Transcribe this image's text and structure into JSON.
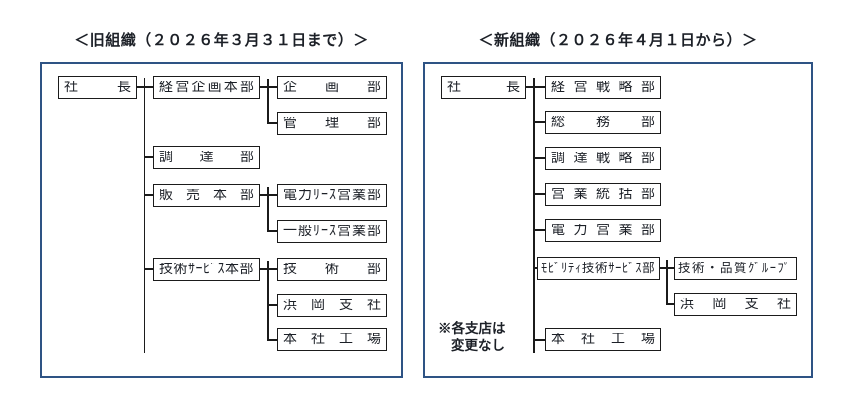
{
  "colors": {
    "frame_border": "#2e5384",
    "box_border": "#1b1b1b",
    "line": "#1b1b1b",
    "text": "#1c2027"
  },
  "charts": [
    {
      "title": "＜旧組織（２０２６年３月３１日まで）＞",
      "root": "社長",
      "departments": [
        {
          "label": "経営企画本部",
          "children": [
            "企画部",
            "管理部"
          ]
        },
        {
          "label": "調達部",
          "children": []
        },
        {
          "label": "販売本部",
          "children": [
            "電力ﾘｰｽ営業部",
            "一般ﾘｰｽ営業部"
          ]
        },
        {
          "label": "技術ｻｰﾋﾞｽ本部",
          "children": [
            "技術部",
            "浜岡支社",
            "本社工場"
          ]
        }
      ]
    },
    {
      "title": "＜新組織（２０２６年４月１日から）＞",
      "root": "社長",
      "departments": [
        {
          "label": "経営戦略部",
          "children": []
        },
        {
          "label": "総務部",
          "children": []
        },
        {
          "label": "調達戦略部",
          "children": []
        },
        {
          "label": "営業統括部",
          "children": []
        },
        {
          "label": "電力営業部",
          "children": []
        },
        {
          "label": "ﾓﾋﾞﾘﾃｨ技術ｻｰﾋﾞｽ部",
          "children": [
            "技術・品質ｸﾞﾙｰﾌﾟ",
            "浜岡支社"
          ]
        },
        {
          "label": "本社工場",
          "children": []
        }
      ],
      "note": {
        "line1": "※各支店は",
        "line2": "変更なし"
      }
    }
  ]
}
